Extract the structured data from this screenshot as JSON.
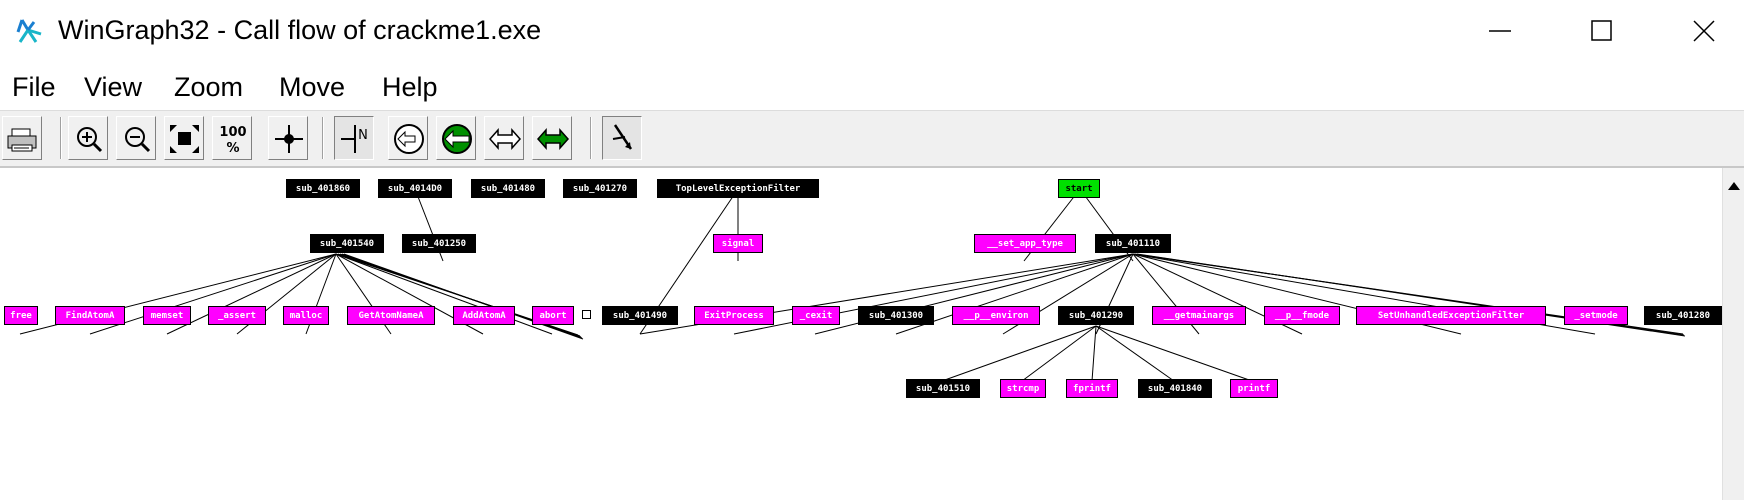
{
  "window": {
    "title": "WinGraph32 - Call flow of crackme1.exe",
    "icon": "wingraph-app-icon",
    "controls": [
      "minimize-icon",
      "maximize-icon",
      "close-icon"
    ]
  },
  "menu": {
    "items": [
      "File",
      "View",
      "Zoom",
      "Move",
      "Help"
    ]
  },
  "toolbar": {
    "buttons": [
      {
        "icon": "print-icon"
      },
      {
        "icon": "zoom-in-icon"
      },
      {
        "icon": "zoom-out-icon"
      },
      {
        "icon": "fit-to-window-icon"
      },
      {
        "icon": "zoom-100-icon",
        "label_top": "100",
        "label_bottom": "%"
      },
      {
        "icon": "center-icon"
      },
      {
        "icon": "orientation-north-icon",
        "label": "N"
      },
      {
        "icon": "rotate-left-icon"
      },
      {
        "icon": "rotate-green-icon"
      },
      {
        "icon": "flip-icon"
      },
      {
        "icon": "flip-green-icon"
      },
      {
        "icon": "follow-edge-icon"
      }
    ]
  },
  "graph": {
    "colors": {
      "black": "#000000",
      "magenta": "#ff00ff",
      "green": "#00e000"
    },
    "nodes": [
      {
        "id": "n1",
        "label": "sub_401860",
        "color": "black"
      },
      {
        "id": "n2",
        "label": "sub_4014D0",
        "color": "black"
      },
      {
        "id": "n3",
        "label": "sub_401480",
        "color": "black"
      },
      {
        "id": "n4",
        "label": "sub_401270",
        "color": "black"
      },
      {
        "id": "n5",
        "label": "TopLevelExceptionFilter",
        "color": "black"
      },
      {
        "id": "n6",
        "label": "start",
        "color": "green"
      },
      {
        "id": "n7",
        "label": "sub_401540",
        "color": "black"
      },
      {
        "id": "n8",
        "label": "sub_401250",
        "color": "black"
      },
      {
        "id": "n9",
        "label": "signal",
        "color": "magenta"
      },
      {
        "id": "n10",
        "label": "__set_app_type",
        "color": "magenta"
      },
      {
        "id": "n11",
        "label": "sub_401110",
        "color": "black"
      },
      {
        "id": "n12",
        "label": "free",
        "color": "magenta"
      },
      {
        "id": "n13",
        "label": "FindAtomA",
        "color": "magenta"
      },
      {
        "id": "n14",
        "label": "memset",
        "color": "magenta"
      },
      {
        "id": "n15",
        "label": "_assert",
        "color": "magenta"
      },
      {
        "id": "n16",
        "label": "malloc",
        "color": "magenta"
      },
      {
        "id": "n17",
        "label": "GetAtomNameA",
        "color": "magenta"
      },
      {
        "id": "n18",
        "label": "AddAtomA",
        "color": "magenta"
      },
      {
        "id": "n19",
        "label": "abort",
        "color": "magenta"
      },
      {
        "id": "n20",
        "label": "sub_401490",
        "color": "black"
      },
      {
        "id": "n21",
        "label": "ExitProcess",
        "color": "magenta"
      },
      {
        "id": "n22",
        "label": "_cexit",
        "color": "magenta"
      },
      {
        "id": "n23",
        "label": "sub_401300",
        "color": "black"
      },
      {
        "id": "n24",
        "label": "__p__environ",
        "color": "magenta"
      },
      {
        "id": "n25",
        "label": "sub_401290",
        "color": "black"
      },
      {
        "id": "n26",
        "label": "__getmainargs",
        "color": "magenta"
      },
      {
        "id": "n27",
        "label": "__p__fmode",
        "color": "magenta"
      },
      {
        "id": "n28",
        "label": "SetUnhandledExceptionFilter",
        "color": "magenta"
      },
      {
        "id": "n29",
        "label": "_setmode",
        "color": "magenta"
      },
      {
        "id": "n30",
        "label": "sub_401280",
        "color": "black"
      },
      {
        "id": "n31",
        "label": "sub_401510",
        "color": "black"
      },
      {
        "id": "n32",
        "label": "strcmp",
        "color": "magenta"
      },
      {
        "id": "n33",
        "label": "fprintf",
        "color": "magenta"
      },
      {
        "id": "n34",
        "label": "sub_401840",
        "color": "black"
      },
      {
        "id": "n35",
        "label": "printf",
        "color": "magenta"
      }
    ]
  }
}
